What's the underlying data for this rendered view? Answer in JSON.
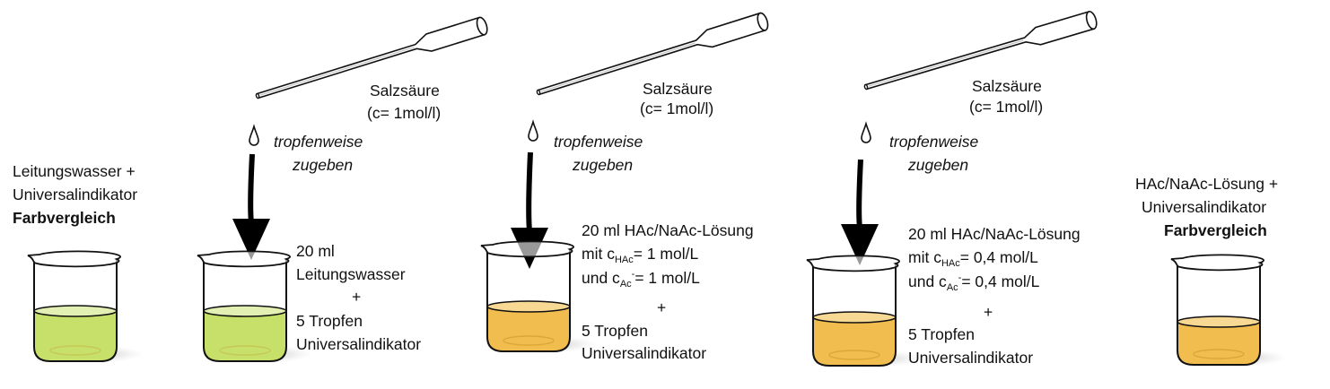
{
  "colors": {
    "green_liquid": "#c6e06a",
    "green_surface": "#e3f0b4",
    "orange_liquid": "#f2bd4f",
    "orange_surface": "#f8d994",
    "outline": "#111111"
  },
  "left_reference": {
    "line1": "Leitungswasser +",
    "line2": "Universalindikator",
    "title": "Farbvergleich"
  },
  "right_reference": {
    "line1": "HAc/NaAc-Lösung +",
    "line2": "Universalindikator",
    "title": "Farbvergleich"
  },
  "stations": [
    {
      "reagent": "Salzsäure",
      "concentration": "(c= 1mol/l)",
      "action1": "tropfenweise",
      "action2": "zugeben",
      "solution_line1": "20 ml",
      "solution_line2": "Leitungswasser",
      "plus": "+",
      "indicator1": "5 Tropfen",
      "indicator2": "Universalindikator"
    },
    {
      "reagent": "Salzsäure",
      "concentration": "(c= 1mol/l)",
      "action1": "tropfenweise",
      "action2": "zugeben",
      "solution_line1": "20 ml HAc/NaAc-Lösung",
      "mit": "mit c",
      "sub_hac": "HAc",
      "conc_hac": "= 1 mol/L",
      "und": "und c",
      "sub_ac": "Ac",
      "sup_minus": "-",
      "conc_ac": "= 1 mol/L",
      "plus": "+",
      "indicator1": "5 Tropfen",
      "indicator2": "Universalindikator"
    },
    {
      "reagent": "Salzsäure",
      "concentration": "(c= 1mol/l)",
      "action1": "tropfenweise",
      "action2": "zugeben",
      "solution_line1": "20 ml HAc/NaAc-Lösung",
      "mit": "mit c",
      "sub_hac": "HAc",
      "conc_hac": "= 0,4 mol/L",
      "und": "und c",
      "sub_ac": "Ac",
      "sup_minus": "-",
      "conc_ac": "= 0,4 mol/L",
      "plus": "+",
      "indicator1": "5 Tropfen",
      "indicator2": "Universalindikator"
    }
  ]
}
